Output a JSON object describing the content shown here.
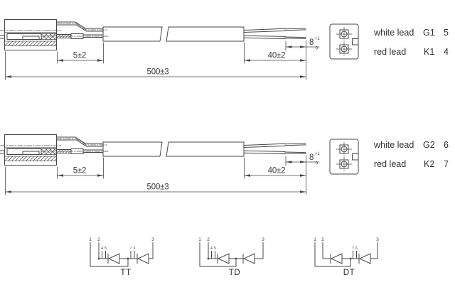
{
  "assemblies": [
    {
      "dimensions": {
        "sleeve_to_jacket": "5±2",
        "jacket_strip": "40±2",
        "overall_length": "500±3",
        "tip_strip": "8",
        "tip_strip_tol_upper": "+1",
        "tip_strip_tol_lower": "0"
      },
      "leads": [
        {
          "name": "white lead",
          "terminal": "G1",
          "pin": "5"
        },
        {
          "name": "red lead",
          "terminal": "K1",
          "pin": "4"
        }
      ]
    },
    {
      "dimensions": {
        "sleeve_to_jacket": "5±2",
        "jacket_strip": "40±2",
        "overall_length": "500±3",
        "tip_strip": "8",
        "tip_strip_tol_upper": "+1",
        "tip_strip_tol_lower": "0"
      },
      "leads": [
        {
          "name": "white lead",
          "terminal": "G2",
          "pin": "6"
        },
        {
          "name": "red lead",
          "terminal": "K2",
          "pin": "7"
        }
      ]
    }
  ],
  "circuits": [
    {
      "label": "TT",
      "terminals": {
        "t1": "1",
        "t2": "2",
        "t3": "3"
      },
      "aux_left": [
        "4",
        "5"
      ],
      "aux_right": [
        "7",
        "6"
      ]
    },
    {
      "label": "TD",
      "terminals": {
        "t1": "1",
        "t2": "2",
        "t3": "3"
      },
      "aux_left": [
        "4",
        "5"
      ],
      "aux_right": []
    },
    {
      "label": "DT",
      "terminals": {
        "t1": "1",
        "t2": "2",
        "t3": "3"
      },
      "aux_left": [],
      "aux_right": [
        "7",
        "6"
      ]
    }
  ],
  "colors": {
    "line": "#474747",
    "text": "#2f2f2f",
    "background": "#ffffff"
  }
}
